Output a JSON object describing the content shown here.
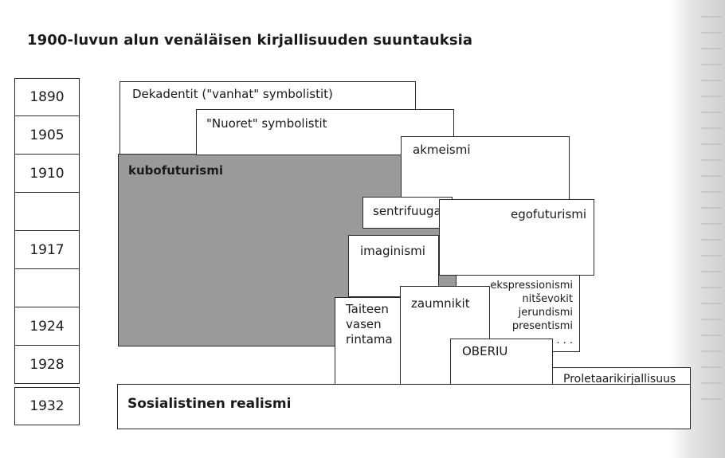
{
  "title": "1900-luvun alun venäläisen kirjallisuuden suuntauksia",
  "years": [
    "1890",
    "1905",
    "1910",
    "",
    "1917",
    "",
    "1924",
    "1928",
    "1932"
  ],
  "movements": {
    "dekadentit": "Dekadentit (\"vanhat\" symbolistit)",
    "nuoret": "\"Nuoret\" symbolistit",
    "akmeismi": "akmeismi",
    "kubofuturismi": "kubofuturismi",
    "sentrifuuga": "sentrifuuga",
    "egofuturismi": "egofuturismi",
    "imaginismi": "imaginismi",
    "ekspressionismi": "ekspressionismi",
    "nitsevokit": "nitševokit",
    "jerundismi": "jerundismi",
    "presentismi": "presentismi",
    "ellipsis": ". . .",
    "taiteen_line1": "Taiteen",
    "taiteen_line2": "vasen",
    "taiteen_line3": "rintama",
    "zaumnikit": "zaumnikit",
    "oberiu": "OBERIU",
    "proletaari": "Proletaarikirjallisuus",
    "sosialistinen": "Sosialistinen realismi"
  }
}
